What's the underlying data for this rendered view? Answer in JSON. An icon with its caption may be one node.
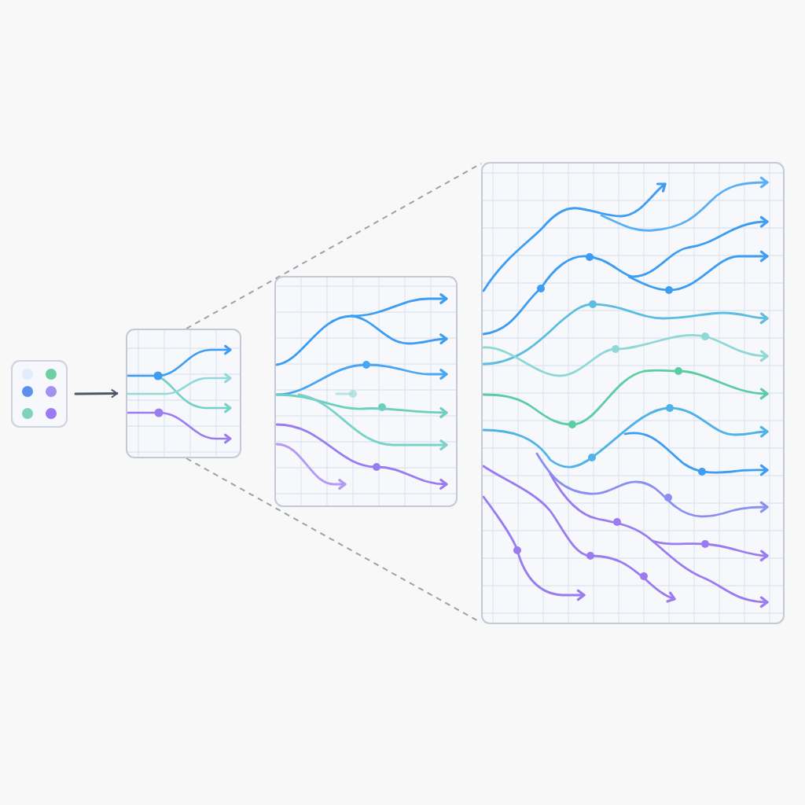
{
  "diagram": {
    "nodes": [
      {
        "text": [],
        "shape": "box"
      },
      {
        "text": [],
        "shape": "picture"
      },
      {
        "text": [],
        "shape": "picture"
      },
      {
        "text": [],
        "shape": "picture"
      }
    ],
    "edges": [
      {
        "from": 0,
        "to": 1,
        "arrow": "to",
        "color": "#4b5563"
      },
      {
        "from": 1,
        "to": 3,
        "arrow": "none",
        "style": "dashed"
      },
      {
        "from": 1,
        "to": 3,
        "arrow": "none",
        "style": "dashed"
      }
    ]
  }
}
